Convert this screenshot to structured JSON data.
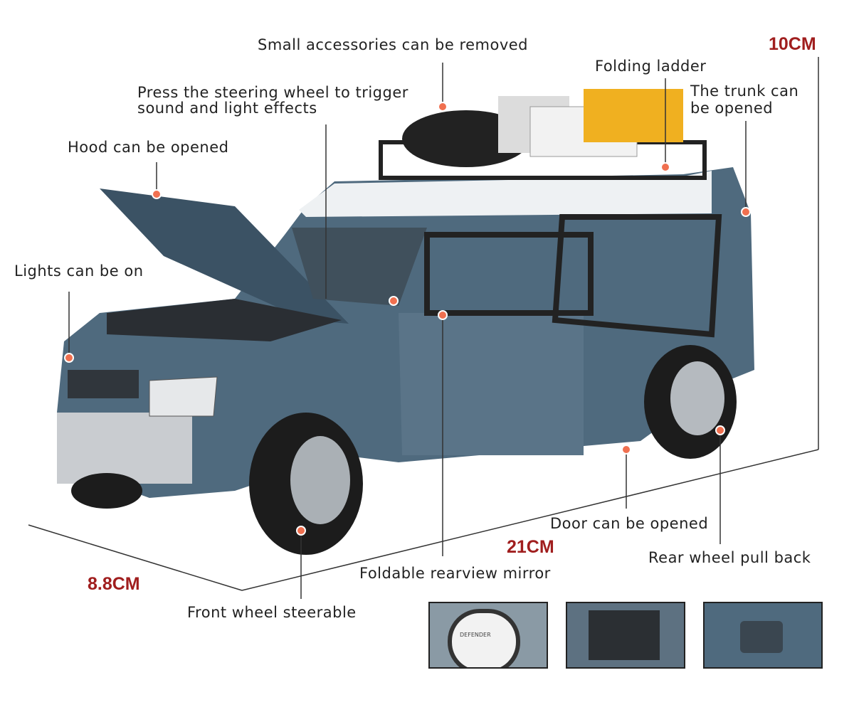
{
  "callouts": {
    "accessories": "Small accessories can be removed",
    "steering_line1": "Press the steering wheel to trigger",
    "steering_line2": "sound and light effects",
    "ladder": "Folding ladder",
    "trunk_line1": "The trunk can",
    "trunk_line2": "be opened",
    "hood": "Hood can be opened",
    "lights": "Lights can be on",
    "door": "Door can be opened",
    "mirror": "Foldable rearview mirror",
    "rear_wheel": "Rear wheel pull back",
    "front_wheel": "Front wheel steerable"
  },
  "dimensions": {
    "height": "10CM",
    "length": "21CM",
    "width": "8.8CM"
  },
  "colors": {
    "accent_dot": "#f07050",
    "dimension_text": "#a01e1e",
    "car_body": "#4f6a7e",
    "roof": "#eef1f3"
  },
  "thumbnails": [
    {
      "subject": "spare-wheel-cover",
      "text": "DEFENDER"
    },
    {
      "subject": "tow-hook"
    },
    {
      "subject": "fuel-cap"
    }
  ]
}
